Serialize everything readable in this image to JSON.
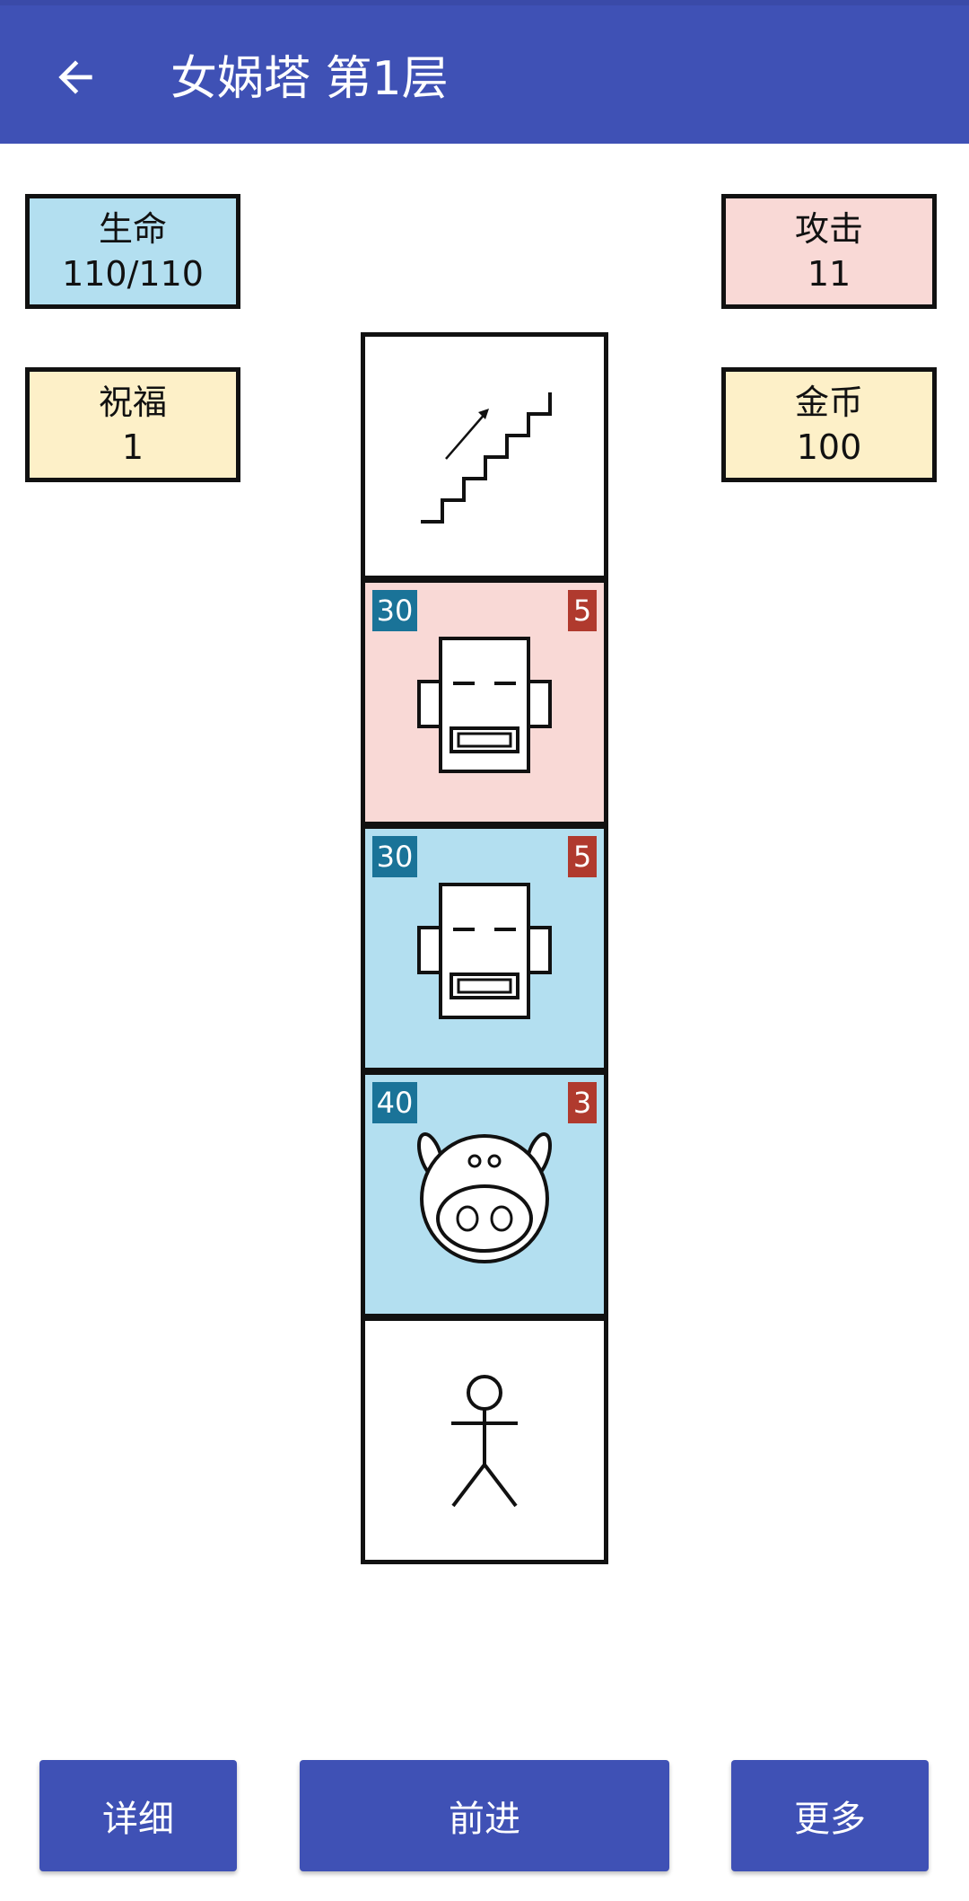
{
  "app_bar": {
    "title": "女娲塔 第1层",
    "color": "#3f51b5"
  },
  "stats": {
    "hp": {
      "label": "生命",
      "value": "110/110",
      "color": "#b3dff0"
    },
    "attack": {
      "label": "攻击",
      "value": "11",
      "color": "#f9d9d6"
    },
    "blessing": {
      "label": "祝福",
      "value": "1",
      "color": "#fdf0c8"
    },
    "gold": {
      "label": "金币",
      "value": "100",
      "color": "#fdf0c8"
    }
  },
  "tower": {
    "cells": [
      {
        "type": "stairs",
        "icon": "stairs-up-icon",
        "background": "#ffffff"
      },
      {
        "type": "monster",
        "icon": "robot-icon",
        "hp": "30",
        "atk": "5",
        "background": "#f9d9d6"
      },
      {
        "type": "monster",
        "icon": "robot-icon",
        "hp": "30",
        "atk": "5",
        "background": "#b3dff0"
      },
      {
        "type": "monster",
        "icon": "pig-icon",
        "hp": "40",
        "atk": "3",
        "background": "#b3dff0"
      },
      {
        "type": "player",
        "icon": "stick-figure-icon",
        "background": "#ffffff"
      }
    ]
  },
  "buttons": {
    "details": "详细",
    "advance": "前进",
    "more": "更多"
  }
}
